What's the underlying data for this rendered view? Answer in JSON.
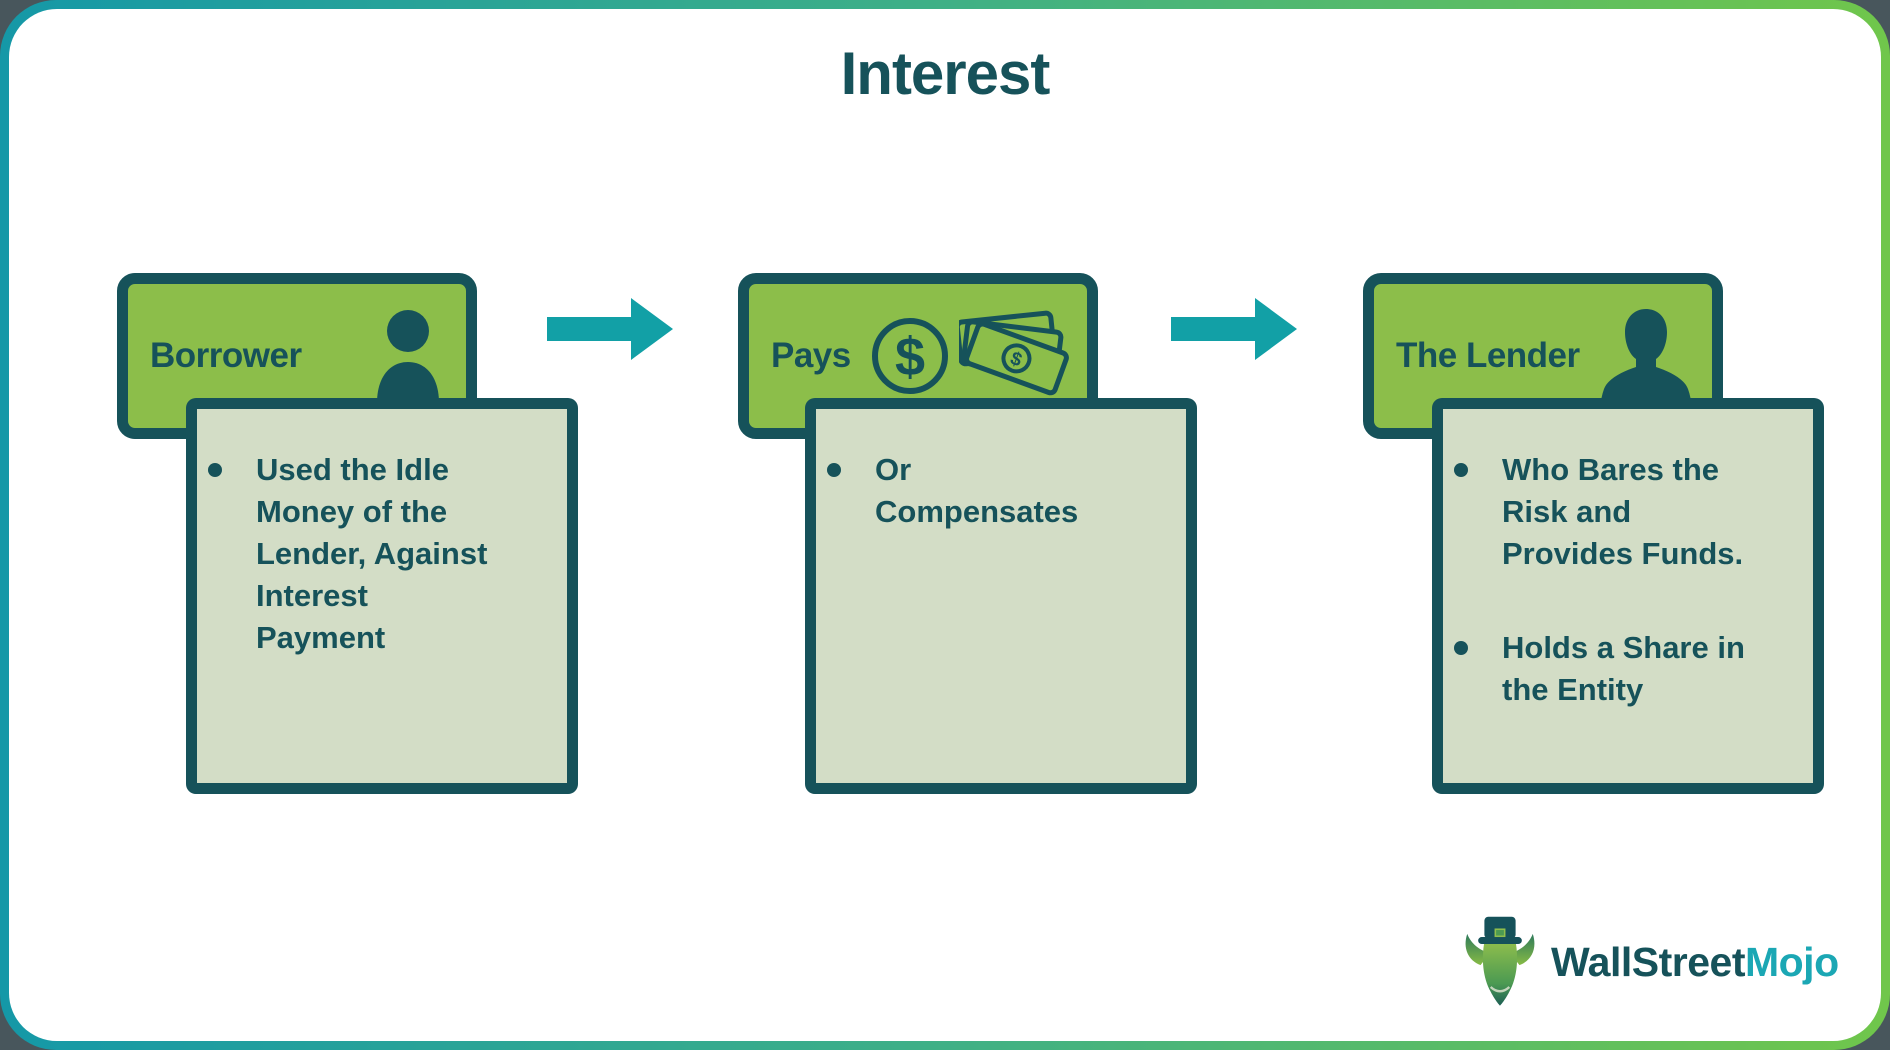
{
  "page": {
    "title": "Interest"
  },
  "flow": {
    "columns": [
      {
        "header": "Borrower",
        "icon": "person-icon",
        "bullets": [
          "Used the Idle\nMoney of the\nLender, Against\nInterest\nPayment"
        ]
      },
      {
        "header": "Pays",
        "icons": [
          "dollar-circle-icon",
          "banknotes-icon"
        ],
        "bullets": [
          "Or\nCompensates"
        ]
      },
      {
        "header": "The Lender",
        "icon": "man-silhouette-icon",
        "bullets": [
          "Who Bares the\nRisk and\nProvides Funds.",
          "Holds a Share in\nthe Entity"
        ]
      }
    ],
    "arrow_icon": "flow-arrow-icon"
  },
  "icons": {
    "dollar_glyph": "$",
    "bill_dollar_glyph": "$"
  },
  "logo": {
    "brand_part1": "WallStreet",
    "brand_part2": "Mojo",
    "mascot": "bull-mascot-icon"
  },
  "colors": {
    "dark_teal": "#16525A",
    "box_green": "#8CBE4A",
    "sage": "#D3DDC6",
    "arrow_teal": "#12A0A6",
    "border_gradient_start": "#1598A7",
    "border_gradient_end": "#70C64B",
    "outer_background": "#48565C",
    "logo_accent": "#1BA7B4"
  }
}
